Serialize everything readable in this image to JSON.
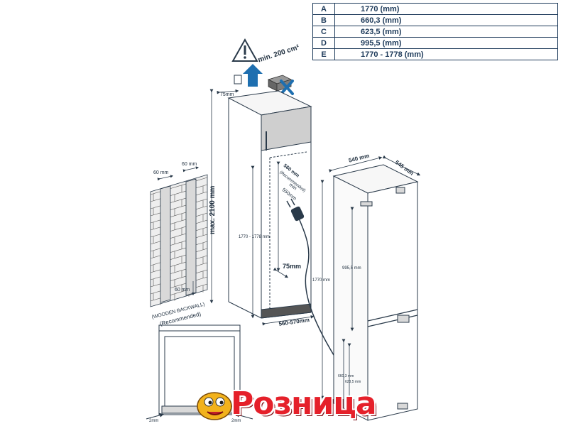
{
  "table": {
    "rows": [
      {
        "key": "A",
        "value": "1770 (mm)"
      },
      {
        "key": "B",
        "value": "660,3 (mm)"
      },
      {
        "key": "C",
        "value": "623,5 (mm)"
      },
      {
        "key": "D",
        "value": "995,5 (mm)"
      },
      {
        "key": "E",
        "value": "1770 - 1778 (mm)"
      }
    ]
  },
  "labels": {
    "vent": "min. 200 cm²",
    "depth_top": "75mm",
    "max_height": "max. 2100 mm",
    "gap_left": "60 mm",
    "gap_right": "60 mm",
    "gap_bottom": "60 mm",
    "wooden_backwall": "(WOODEN BACKWALL)",
    "recommended": "(Recommended)",
    "niche_height": "1770 - 1778  mm",
    "socket_height": "560 mm",
    "socket_recommended": "(Recommended)",
    "socket_min": "min",
    "socket_min_value": "550mm",
    "depth_bottom": "75mm",
    "niche_width": "560-570mm",
    "fridge_width": "540 mm",
    "fridge_depth": "545 mm",
    "fridge_height": "1770  mm",
    "dim_d": "995,5   mm",
    "dim_b": "660,3  mm",
    "dim_c": "623,5  mm",
    "side_gap_left": "2mm",
    "side_gap_right": "2mm"
  },
  "logo": {
    "text": "Розница",
    "color": "#e5202a"
  },
  "colors": {
    "line": "#2a3a4a",
    "accent": "#1e6fb0",
    "panel": "#d9d9d9",
    "wall": "#eeeeee"
  }
}
